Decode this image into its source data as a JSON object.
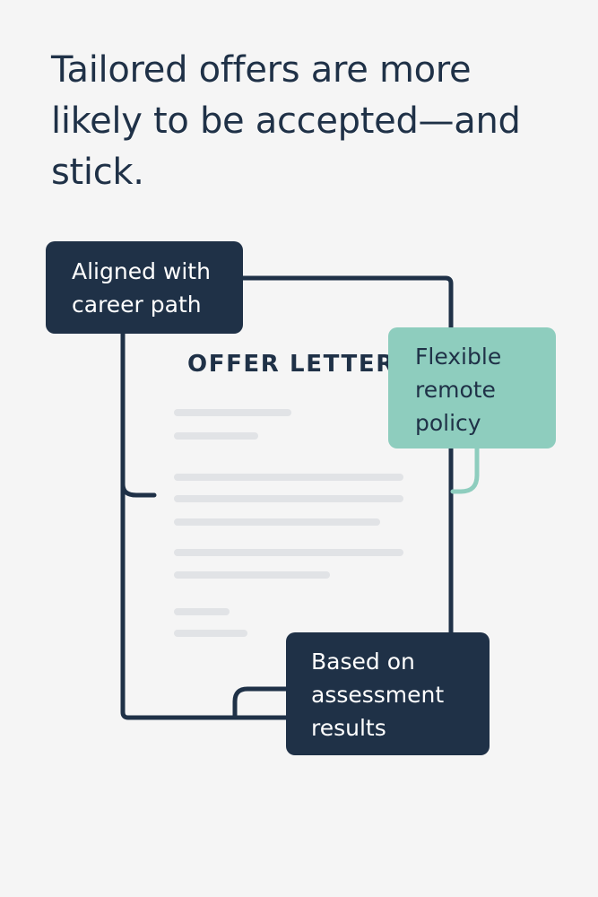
{
  "headline": "Tailored offers are more likely to be accepted—and stick.",
  "document": {
    "title": "OFFER LETTER"
  },
  "callouts": {
    "career": "Aligned with career path",
    "remote": "Flexible remote policy",
    "assessment": "Based on assessment results"
  },
  "colors": {
    "background": "#f5f5f5",
    "navy": "#1f3147",
    "teal": "#8ecdbe",
    "placeholder_line": "#e1e3e6"
  },
  "icons": {
    "document": "offer-letter-document-icon"
  }
}
